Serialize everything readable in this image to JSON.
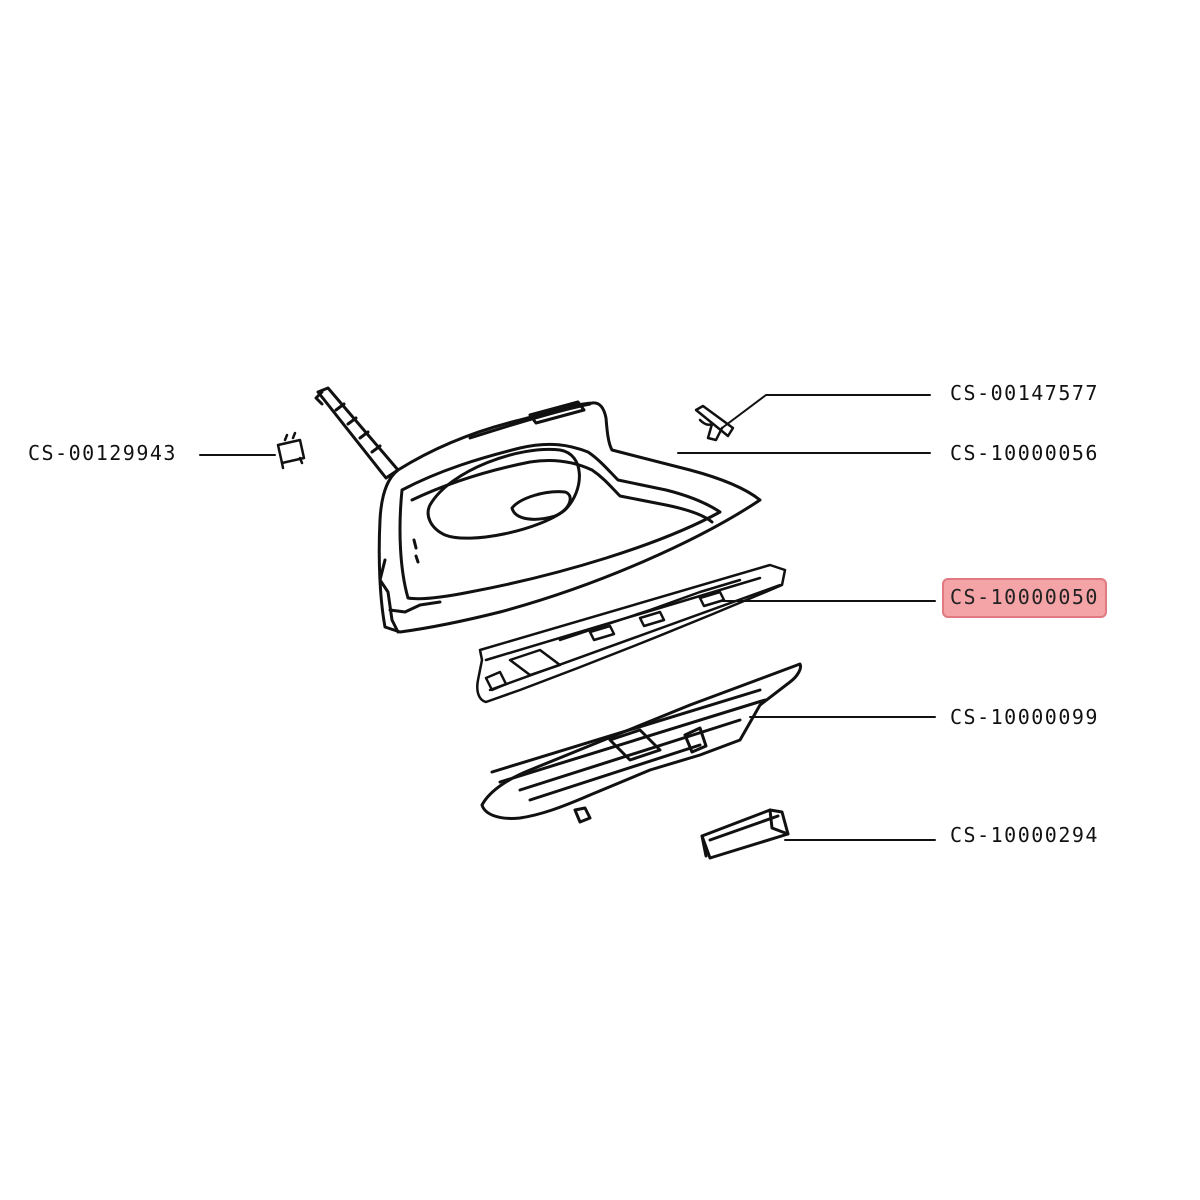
{
  "diagram": {
    "parts": [
      {
        "id": "part-cs-00129943",
        "label": "CS-00129943",
        "highlighted": false
      },
      {
        "id": "part-cs-00147577",
        "label": "CS-00147577",
        "highlighted": false
      },
      {
        "id": "part-cs-10000056",
        "label": "CS-10000056",
        "highlighted": false
      },
      {
        "id": "part-cs-10000050",
        "label": "CS-10000050",
        "highlighted": true
      },
      {
        "id": "part-cs-10000099",
        "label": "CS-10000099",
        "highlighted": false
      },
      {
        "id": "part-cs-10000294",
        "label": "CS-10000294",
        "highlighted": false
      }
    ],
    "colors": {
      "line": "#111111",
      "highlight_fill": "#f4a3a7",
      "highlight_border": "#e07a80",
      "background": "#ffffff"
    }
  }
}
